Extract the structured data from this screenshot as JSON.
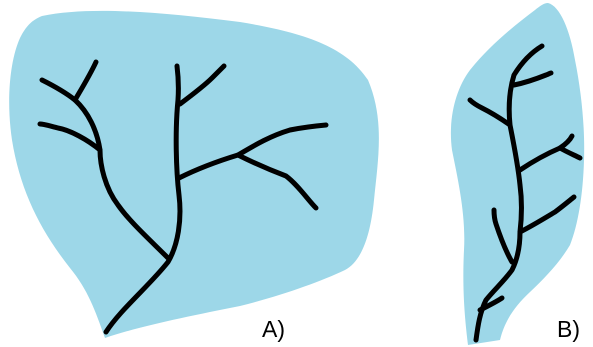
{
  "basins": [
    {
      "id": "A",
      "label": "A)"
    },
    {
      "id": "B",
      "label": "B)"
    }
  ],
  "colors": {
    "basin_fill": "#9dd7e8",
    "river_stroke": "#000000",
    "background": "#ffffff"
  }
}
